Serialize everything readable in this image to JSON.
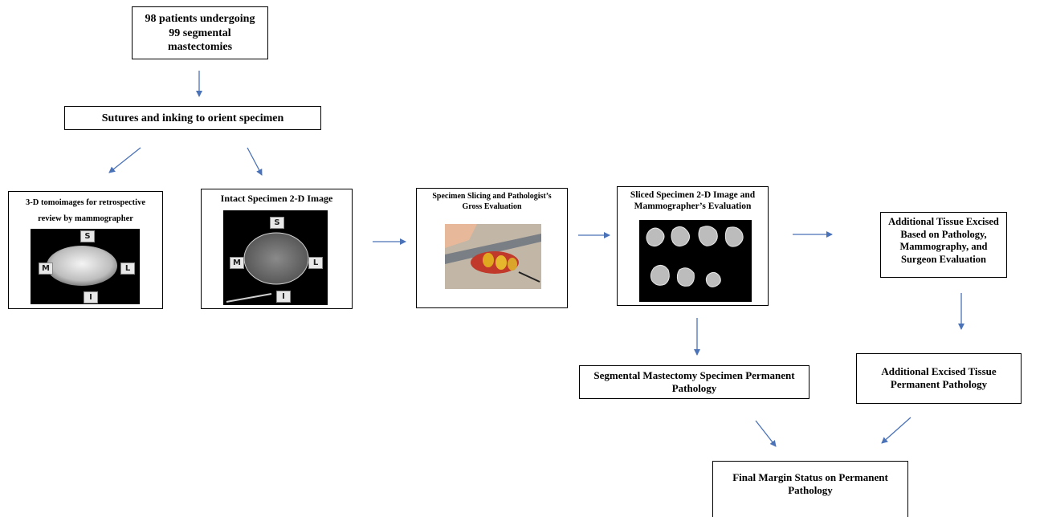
{
  "nodes": {
    "patients": "98 patients undergoing 99 segmental mastectomies",
    "sutures": "Sutures and inking to orient specimen",
    "tomo": "3-D tomoimages for retrospective review by mammographer",
    "intact": "Intact Specimen 2-D Image",
    "slicing": "Specimen Slicing and Pathologist’s Gross Evaluation",
    "sliced": "Sliced Specimen 2-D Image and Mammographer’s Evaluation",
    "additional_excised": "Additional Tissue Excised Based on Pathology, Mammography, and Surgeon Evaluation",
    "segmental_pathology": "Segmental Mastectomy Specimen Permanent Pathology",
    "additional_pathology": "Additional Excised Tissue Permanent Pathology",
    "final": "Final Margin Status on Permanent Pathology"
  },
  "markers": {
    "s": "S",
    "m": "M",
    "l": "L",
    "i": "I"
  },
  "colors": {
    "arrow": "#4a72b8",
    "border": "#000000",
    "background": "#ffffff"
  }
}
